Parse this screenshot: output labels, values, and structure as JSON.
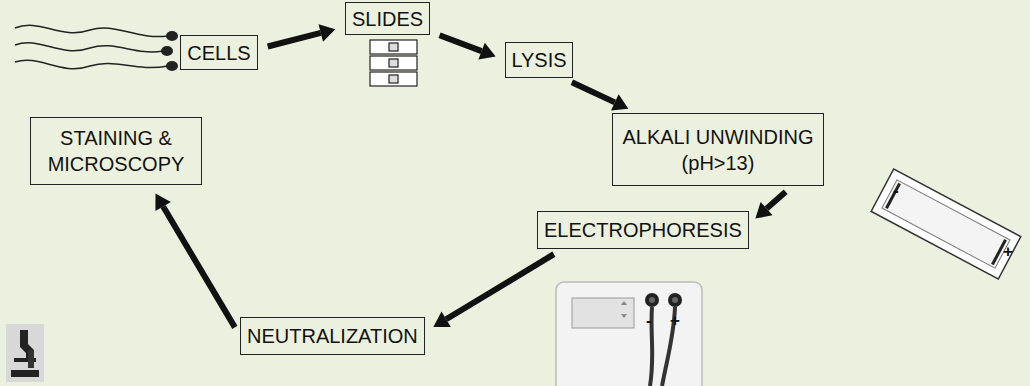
{
  "diagram": {
    "nodes": [
      {
        "text": [
          "CELLS"
        ]
      },
      {
        "text": [
          "SLIDES"
        ]
      },
      {
        "text": [
          "LYSIS"
        ]
      },
      {
        "text": [
          "ALKALI UNWINDING (pH>13)"
        ]
      },
      {
        "text": [
          "ELECTROPHORESIS"
        ]
      },
      {
        "text": [
          "NEUTRALIZATION"
        ]
      },
      {
        "text": [
          "STAINING & MICROSCOPY"
        ]
      }
    ],
    "edges": [
      {
        "from": 0,
        "to": 1,
        "arrow": "to"
      },
      {
        "from": 1,
        "to": 2,
        "arrow": "to"
      },
      {
        "from": 2,
        "to": 3,
        "arrow": "to"
      },
      {
        "from": 3,
        "to": 4,
        "arrow": "to"
      },
      {
        "from": 4,
        "to": 5,
        "arrow": "to"
      },
      {
        "from": 5,
        "to": 6,
        "arrow": "to"
      }
    ],
    "labels": [
      "-",
      "+",
      "-",
      "+"
    ]
  }
}
